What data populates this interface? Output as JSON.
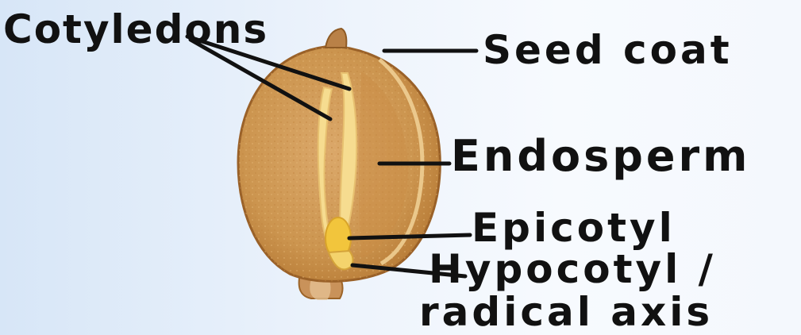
{
  "labels": {
    "cotyledons": "Cotyledons",
    "seed_coat": "Seed coat",
    "endosperm": "Endosperm",
    "epicotyl": "Epicotyl",
    "hypocotyl": "Hypocotyl /",
    "radical_axis": "radical axis"
  },
  "colors": {
    "seed_body": "#d2a05a",
    "seed_edge": "#a9702f",
    "cotyledon": "#f4d98a",
    "embryo": "#f0c23a",
    "leader_line": "#111111"
  }
}
